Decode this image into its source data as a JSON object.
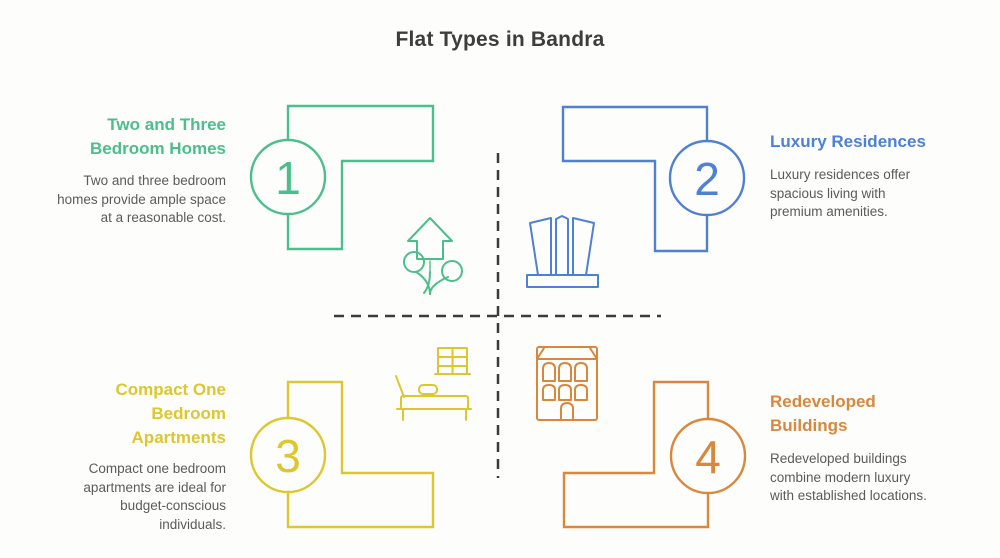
{
  "title": "Flat Types in Bandra",
  "colors": {
    "green": "#4cbe8b",
    "blue": "#4e80d3",
    "yellow": "#dcc72e",
    "orange": "#d9873d",
    "title_text": "#3d3d3d",
    "body_text": "#5b5b5b",
    "divider": "#3b3b3b",
    "background": "#fdfdfc"
  },
  "sections": [
    {
      "number": "1",
      "heading": "Two and Three Bedroom Homes",
      "body": "Two and three bedroom homes provide ample space at a reasonable cost.",
      "color": "#4cbe8b",
      "icon": "growth-home-icon"
    },
    {
      "number": "2",
      "heading": "Luxury Residences",
      "body": "Luxury residences offer spacious living with premium amenities.",
      "color": "#4e80d3",
      "icon": "skyscraper-icon"
    },
    {
      "number": "3",
      "heading": "Compact One Bedroom Apartments",
      "body": "Compact one bedroom apartments are ideal for budget-conscious individuals.",
      "color": "#dcc72e",
      "icon": "bed-window-icon"
    },
    {
      "number": "4",
      "heading": "Redeveloped Buildings",
      "body": "Redeveloped buildings combine modern luxury with established locations.",
      "color": "#d9873d",
      "icon": "classic-building-icon"
    }
  ]
}
